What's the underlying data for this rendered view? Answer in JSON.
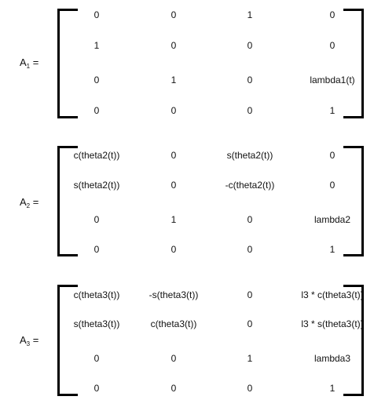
{
  "matrices": [
    {
      "label_base": "A",
      "label_sub": "1",
      "label_eq": " =",
      "rows": [
        [
          "0",
          "0",
          "1",
          "0"
        ],
        [
          "1",
          "0",
          "0",
          "0"
        ],
        [
          "0",
          "1",
          "0",
          "lambda1(t)"
        ],
        [
          "0",
          "0",
          "0",
          "1"
        ]
      ]
    },
    {
      "label_base": "A",
      "label_sub": "2",
      "label_eq": " =",
      "rows": [
        [
          "c(theta2(t))",
          "0",
          "s(theta2(t))",
          "0"
        ],
        [
          "s(theta2(t))",
          "0",
          "-c(theta2(t))",
          "0"
        ],
        [
          "0",
          "1",
          "0",
          "lambda2"
        ],
        [
          "0",
          "0",
          "0",
          "1"
        ]
      ]
    },
    {
      "label_base": "A",
      "label_sub": "3",
      "label_eq": " =",
      "rows": [
        [
          "c(theta3(t))",
          "-s(theta3(t))",
          "0",
          "l3 * c(theta3(t))"
        ],
        [
          "s(theta3(t))",
          "c(theta3(t))",
          "0",
          "l3 * s(theta3(t))"
        ],
        [
          "0",
          "0",
          "1",
          "lambda3"
        ],
        [
          "0",
          "0",
          "0",
          "1"
        ]
      ]
    }
  ]
}
